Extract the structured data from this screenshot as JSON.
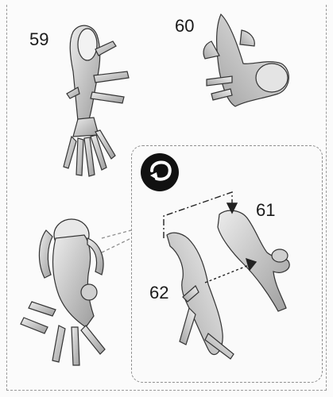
{
  "steps": {
    "step_59": "59",
    "step_60": "60",
    "step_61": "61",
    "step_62": "62"
  },
  "icons": {
    "rotate": "rotate-arrow-icon"
  },
  "colors": {
    "line": "#333333",
    "part_fill": "#d8d8d8",
    "part_shade": "#a8a8a8",
    "icon_bg": "#111111"
  }
}
